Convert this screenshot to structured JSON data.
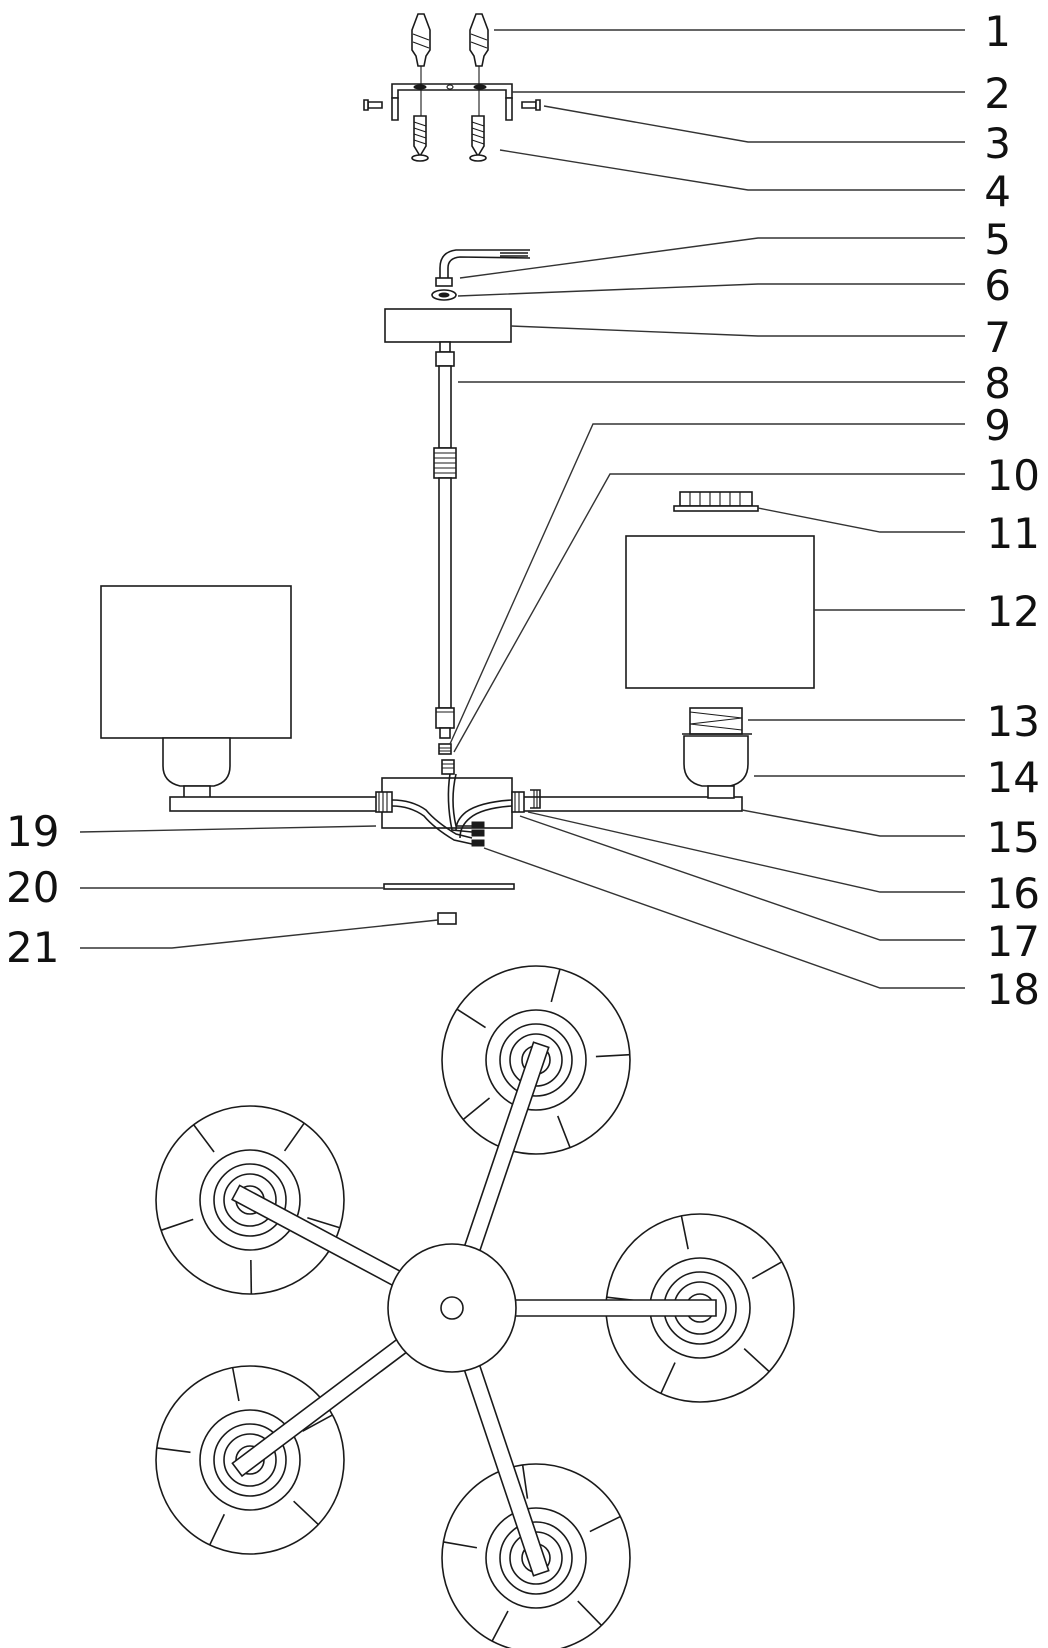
{
  "callouts": [
    {
      "id": "1",
      "text": "1"
    },
    {
      "id": "2",
      "text": "2"
    },
    {
      "id": "3",
      "text": "3"
    },
    {
      "id": "4",
      "text": "4"
    },
    {
      "id": "5",
      "text": "5"
    },
    {
      "id": "6",
      "text": "6"
    },
    {
      "id": "7",
      "text": "7"
    },
    {
      "id": "8",
      "text": "8"
    },
    {
      "id": "9",
      "text": "9"
    },
    {
      "id": "10",
      "text": "10"
    },
    {
      "id": "11",
      "text": "11"
    },
    {
      "id": "12",
      "text": "12"
    },
    {
      "id": "13",
      "text": "13"
    },
    {
      "id": "14",
      "text": "14"
    },
    {
      "id": "15",
      "text": "15"
    },
    {
      "id": "16",
      "text": "16"
    },
    {
      "id": "17",
      "text": "17"
    },
    {
      "id": "18",
      "text": "18"
    },
    {
      "id": "19",
      "text": "19"
    },
    {
      "id": "20",
      "text": "20"
    },
    {
      "id": "21",
      "text": "21"
    }
  ],
  "colors": {
    "line": "#1a1a1a",
    "background": "#ffffff"
  }
}
